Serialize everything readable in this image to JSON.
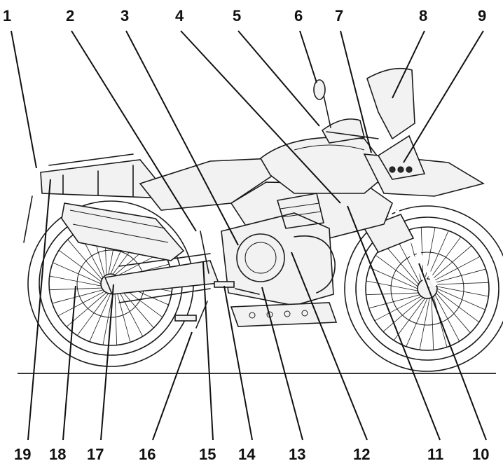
{
  "diagram": {
    "callouts_top": [
      {
        "id": "1"
      },
      {
        "id": "2"
      },
      {
        "id": "3"
      },
      {
        "id": "4"
      },
      {
        "id": "5"
      },
      {
        "id": "6"
      },
      {
        "id": "7"
      },
      {
        "id": "8"
      },
      {
        "id": "9"
      }
    ],
    "callouts_bottom": [
      {
        "id": "19"
      },
      {
        "id": "18"
      },
      {
        "id": "17"
      },
      {
        "id": "16"
      },
      {
        "id": "15"
      },
      {
        "id": "14"
      },
      {
        "id": "13"
      },
      {
        "id": "12"
      },
      {
        "id": "11"
      },
      {
        "id": "10"
      }
    ]
  }
}
